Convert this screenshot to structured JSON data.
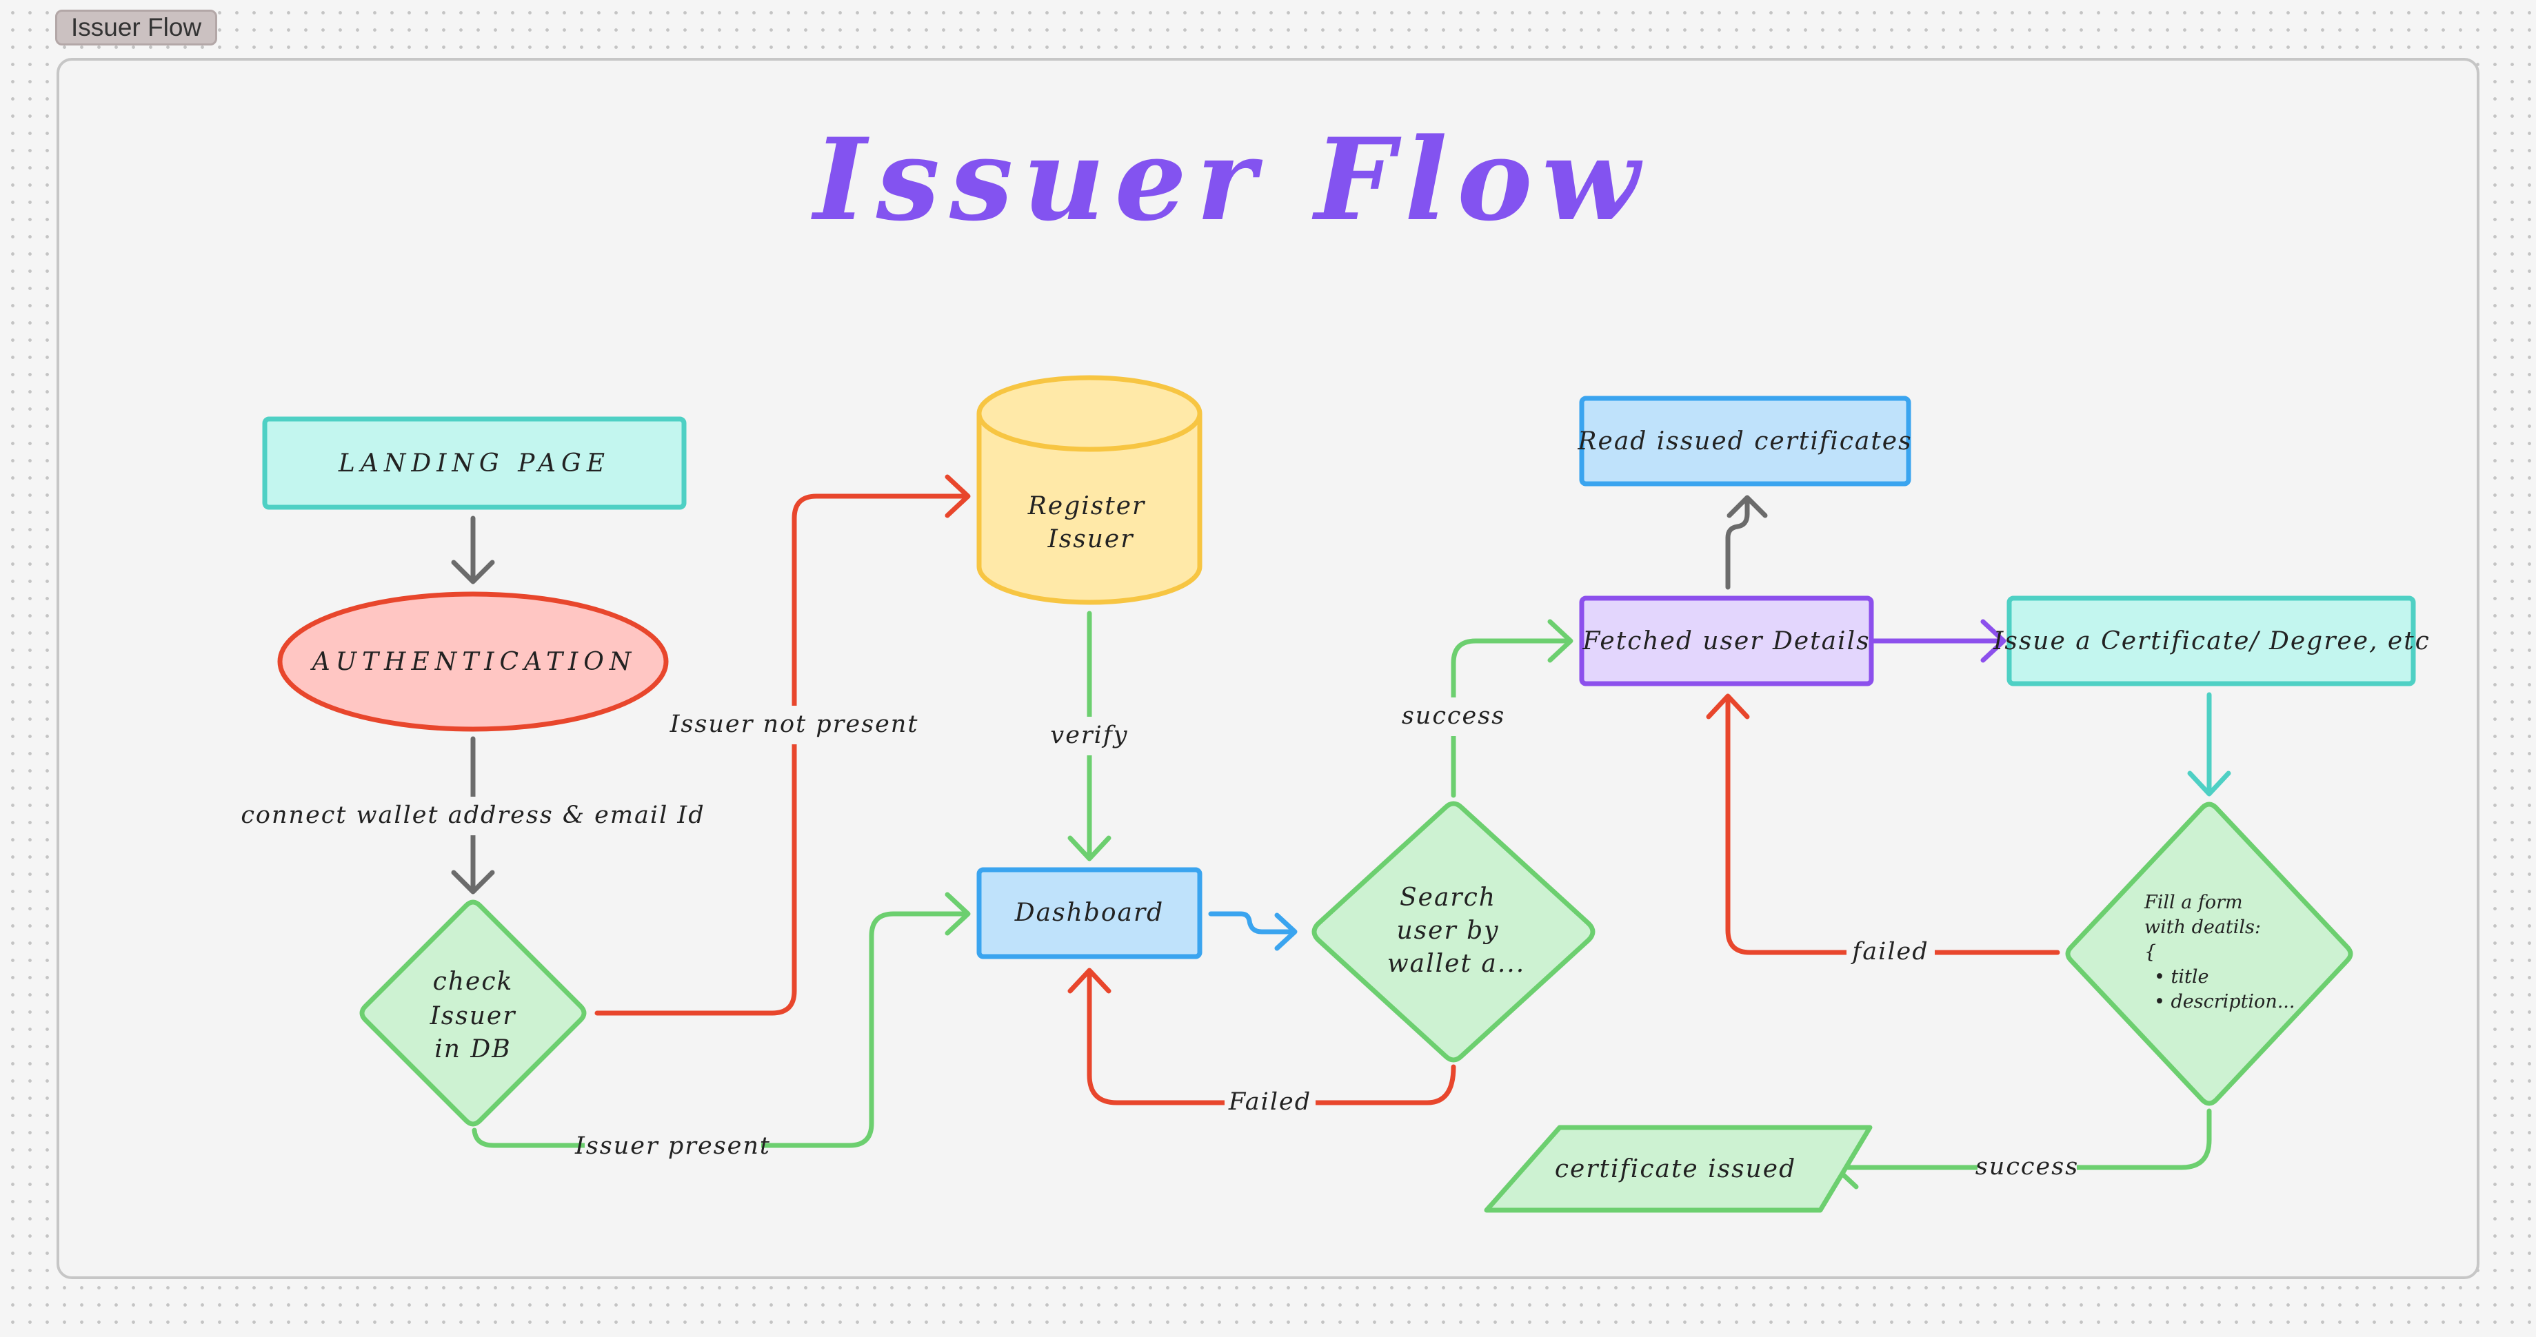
{
  "frame": {
    "label": "Issuer Flow"
  },
  "diagram": {
    "title": "Issuer Flow",
    "nodes": {
      "landing_page": "LANDING PAGE",
      "authentication": "AUTHENTICATION",
      "check_issuer": [
        "check",
        "Issuer",
        "in DB"
      ],
      "register_issuer": [
        "Register",
        "Issuer"
      ],
      "dashboard": "Dashboard",
      "search_user": [
        "Search",
        "user by",
        "wallet a..."
      ],
      "fetched_user_details": "Fetched user Details",
      "read_certificates": "Read issued certificates",
      "issue_certificate": "Issue a Certificate/ Degree, etc",
      "fill_form": [
        "Fill a form",
        "with deatils:",
        "{",
        "• title",
        "• description..."
      ],
      "certificate_issued": "certificate issued"
    },
    "edges": {
      "connect_wallet": "connect wallet address & email Id",
      "issuer_not_present": "Issuer not  present",
      "issuer_present": "Issuer present",
      "verify": "verify",
      "failed_dashboard": "Failed",
      "success_search": "success",
      "failed_form": "failed",
      "success_form": "success"
    },
    "colors": {
      "title": "#8353f0",
      "teal_fill": "#c3f6ef",
      "teal_stroke": "#4ed0c4",
      "red_fill": "#ffc6c3",
      "red_stroke": "#e8462c",
      "green_fill": "#cdf2d2",
      "green_stroke": "#6ccf6f",
      "yellow_fill": "#ffe9a8",
      "yellow_stroke": "#f7c542",
      "blue_fill": "#bfe2fb",
      "blue_stroke": "#3aa4ef",
      "purple_fill": "#e3d6fd",
      "purple_stroke": "#8c50ec",
      "gray_stroke": "#6b6b6b"
    }
  }
}
